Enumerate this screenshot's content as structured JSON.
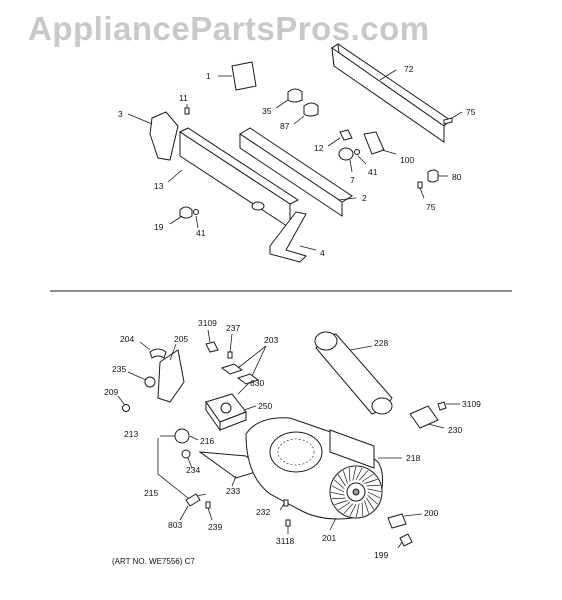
{
  "watermark": {
    "text": "AppliancePartsPros.com",
    "color": "#c8c8c8"
  },
  "art_number": "(ART NO. WE7556) C7",
  "callouts_top": [
    "1",
    "72",
    "11",
    "3",
    "35",
    "87",
    "75",
    "12",
    "100",
    "7",
    "41",
    "80",
    "13",
    "75",
    "2",
    "19",
    "41",
    "4"
  ],
  "callouts_bottom": [
    "3109",
    "237",
    "204",
    "205",
    "203",
    "228",
    "235",
    "630",
    "209",
    "250",
    "3109",
    "213",
    "216",
    "230",
    "234",
    "218",
    "215",
    "233",
    "232",
    "200",
    "803",
    "239",
    "3118",
    "201",
    "199"
  ]
}
